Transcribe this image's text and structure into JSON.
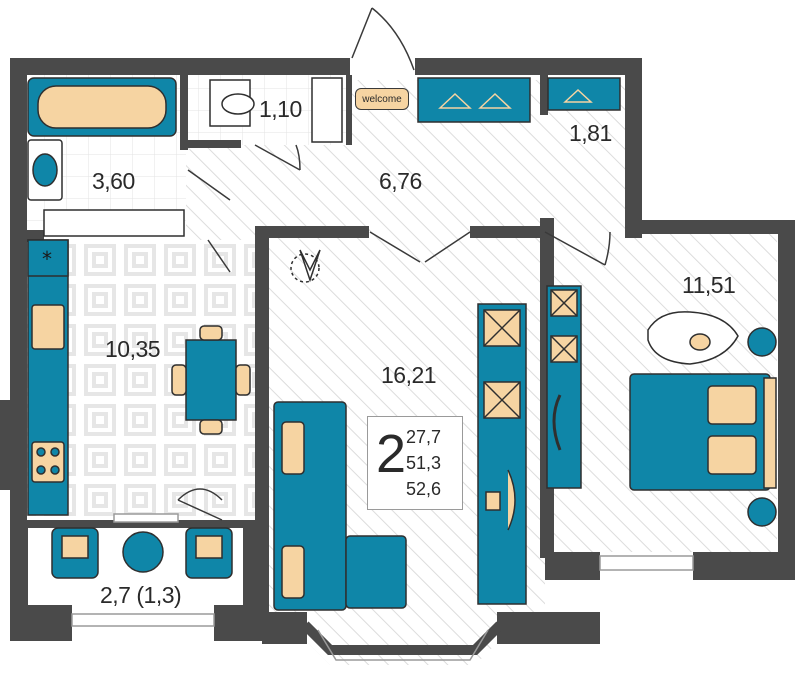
{
  "rooms": {
    "bathroom": "3,60",
    "toilet": "1,10",
    "hall": "6,76",
    "wardrobe": "1,81",
    "kitchen": "10,35",
    "living": "16,21",
    "bedroom": "11,51",
    "balcony": "2,7 (1,3)"
  },
  "summary": {
    "rooms_count": "2",
    "living_area": "27,7",
    "total_area": "51,3",
    "area_with_balcony": "52,6"
  },
  "mat_text": "welcome",
  "colors": {
    "wall": "#4a4a4a",
    "furniture": "#0f86a8",
    "accent": "#f6d4a2",
    "outline": "#2f2f2f",
    "floor_hatch": "#d9d9d9",
    "kitchen_tile": "#ececec"
  }
}
